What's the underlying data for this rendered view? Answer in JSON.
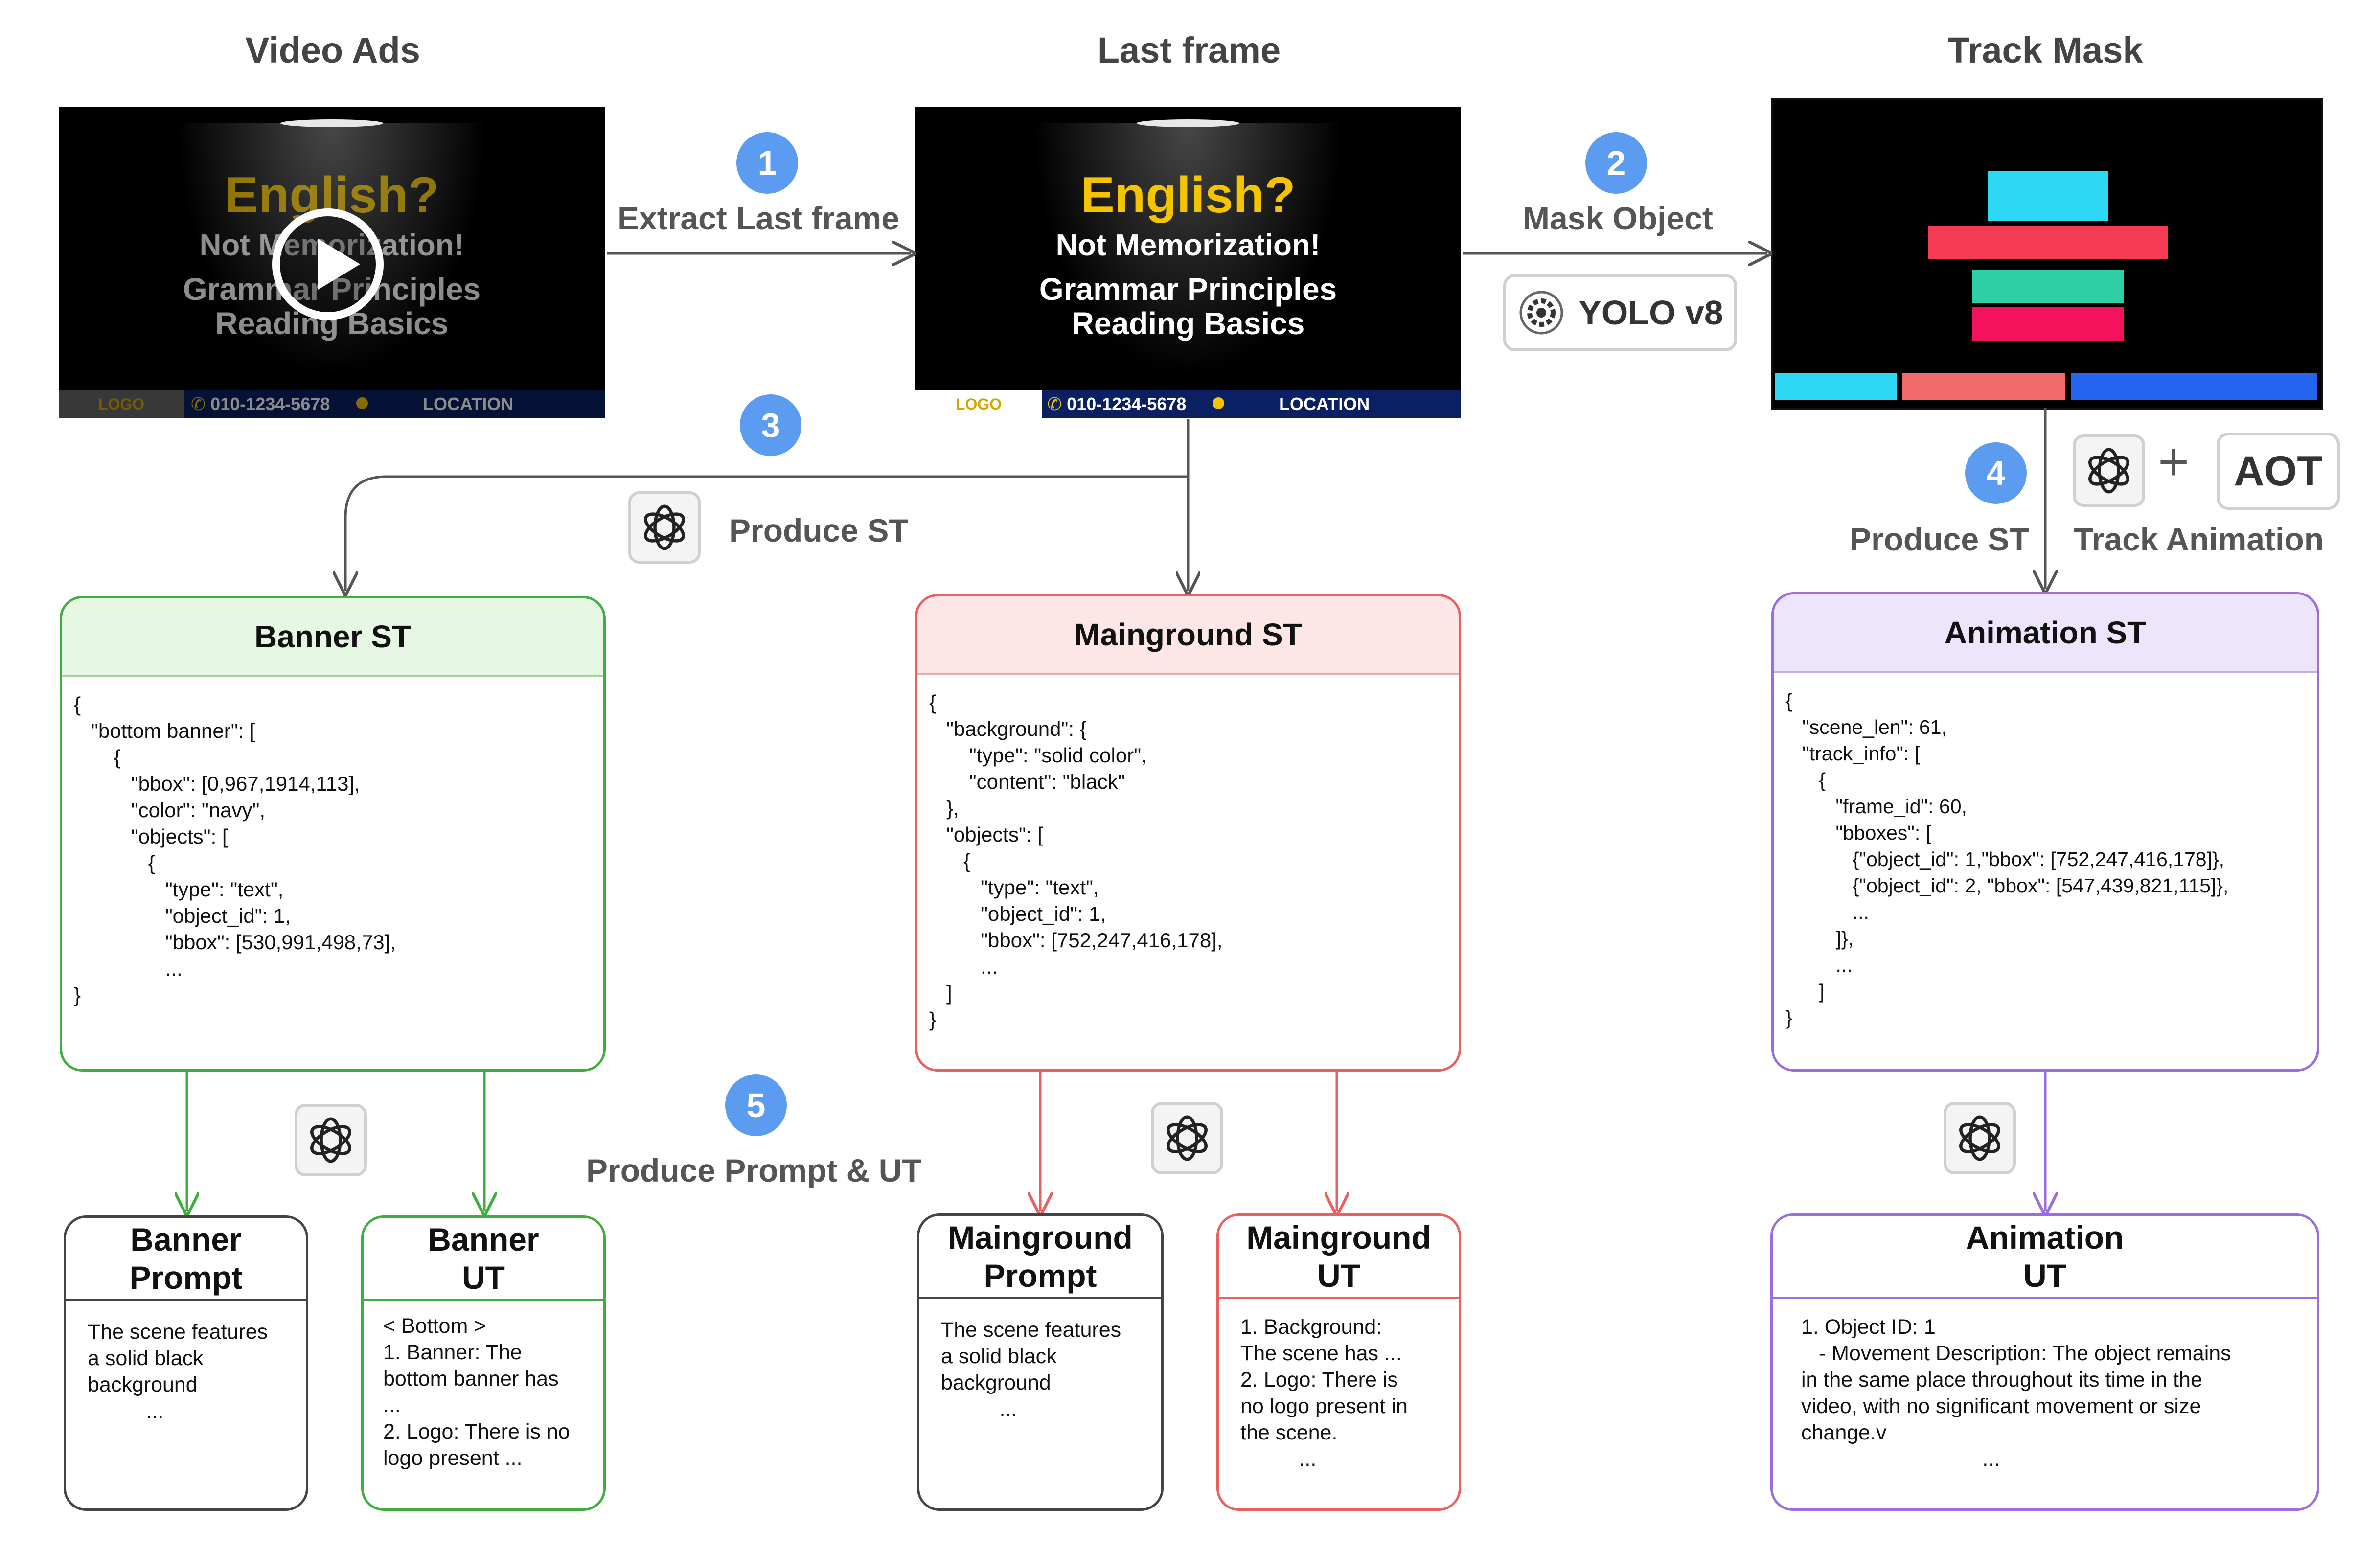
{
  "columns": {
    "video_ads": "Video Ads",
    "last_frame": "Last frame",
    "track_mask": "Track Mask"
  },
  "frame": {
    "line1": "English?",
    "line2": "Not Memorization!",
    "line3": "Grammar Principles",
    "line4": "Reading Basics",
    "logo": "LOGO",
    "phone": "010-1234-5678",
    "location": "LOCATION"
  },
  "steps": [
    {
      "num": "1",
      "label": "Extract Last frame"
    },
    {
      "num": "2",
      "label": "Mask Object"
    },
    {
      "num": "3",
      "label": "Produce ST"
    },
    {
      "num": "4",
      "label": "Produce ST"
    },
    {
      "num": "5",
      "label": "Produce Prompt & UT"
    }
  ],
  "tools": {
    "yolo": "YOLO v8",
    "aot": "AOT",
    "plus": "+",
    "track_animation": "Track Animation"
  },
  "mask_colors": {
    "cyan": "#2ed9f6",
    "red": "#f63b55",
    "teal": "#2fcfa6",
    "magenta": "#f5125d",
    "salmon": "#f26b6b",
    "blue": "#2464ee"
  },
  "cards": {
    "banner_st": {
      "title": "Banner ST",
      "body": "{\n   \"bottom banner\": [\n       {\n          \"bbox\": [0,967,1914,113],\n          \"color\": \"navy\",\n          \"objects\": [\n             {\n                \"type\": \"text\",\n                \"object_id\": 1,\n                \"bbox\": [530,991,498,73],\n                ...\n}"
    },
    "mainground_st": {
      "title": "Mainground ST",
      "body": "{\n   \"background\": {\n       \"type\": \"solid color\",\n       \"content\": \"black\"\n   },\n   \"objects\": [\n      {\n         \"type\": \"text\",\n         \"object_id\": 1,\n         \"bbox\": [752,247,416,178],\n         ...\n   ]\n}"
    },
    "animation_st": {
      "title": "Animation ST",
      "body": "{\n   \"scene_len\": 61,\n   \"track_info\": [\n      {\n         \"frame_id\": 60,\n         \"bboxes\": [\n            {\"object_id\": 1,\"bbox\": [752,247,416,178]},\n            {\"object_id\": 2, \"bbox\": [547,439,821,115]},\n            ...\n         ]},\n         ...\n      ]\n}"
    }
  },
  "outputs": {
    "banner_prompt": {
      "title1": "Banner",
      "title2": "Prompt",
      "body": "The scene features\na solid black\nbackground\n          ..."
    },
    "banner_ut": {
      "title1": "Banner",
      "title2": "UT",
      "body": "< Bottom >\n1. Banner: The\nbottom banner has\n...\n2. Logo: There is no\nlogo present ..."
    },
    "mainground_prompt": {
      "title1": "Mainground",
      "title2": "Prompt",
      "body": "The scene features\na solid black\nbackground\n          ..."
    },
    "mainground_ut": {
      "title1": "Mainground",
      "title2": "UT",
      "body": "1. Background:\nThe scene has ...\n2. Logo: There is\nno logo present in\nthe scene.\n          ..."
    },
    "animation_ut": {
      "title1": "Animation",
      "title2": "UT",
      "body": "1. Object ID: 1\n   - Movement Description: The object remains\nin the same place throughout its time in the\nvideo, with no significant movement or size\nchange.v\n                               ..."
    }
  }
}
